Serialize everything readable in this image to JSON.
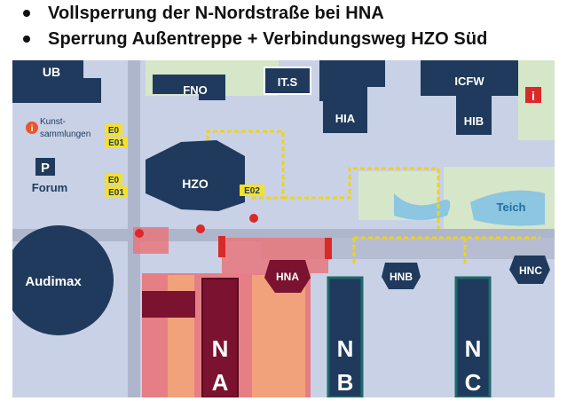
{
  "notices": [
    "Vollsperrung der N-Nordstraße bei HNA",
    "Sperrung Außentreppe + Verbindungsweg HZO Süd"
  ],
  "map": {
    "buildings": {
      "ub": "UB",
      "fno": "FNO",
      "its": "IT.S",
      "hia": "HIA",
      "icfw": "ICFW",
      "hib": "HIB",
      "hzo": "HZO",
      "hna": "HNA",
      "hnb": "HNB",
      "hnc": "HNC",
      "audimax": "Audimax",
      "na_letter1": "N",
      "na_letter2": "A",
      "nb_letter1": "N",
      "nb_letter2": "B",
      "nc_letter1": "N",
      "nc_letter2": "C"
    },
    "labels": {
      "kunst_line1": "Kunst-",
      "kunst_line2": "sammlungen",
      "forum": "Forum",
      "teich": "Teich",
      "info_icon": "i",
      "parking_icon": "P"
    },
    "entrance_tags": {
      "e0_top": "E0",
      "e01_top": "E01",
      "e0_mid": "E0",
      "e01_mid": "E01",
      "e02": "E02"
    },
    "colors": {
      "building": "#1f3a5c",
      "building_light": "#2d4d72",
      "ground": "#c9d1e6",
      "green": "#d6e6c9",
      "route": "#f0d21a",
      "closure": "#e03a3a",
      "closure_fill": "#e8757a",
      "na_dark": "#7a1230",
      "orange": "#f2a27a",
      "nb_teal": "#1c6b6b",
      "water": "#8cc6e0",
      "tag_bg": "#f5e128"
    }
  }
}
